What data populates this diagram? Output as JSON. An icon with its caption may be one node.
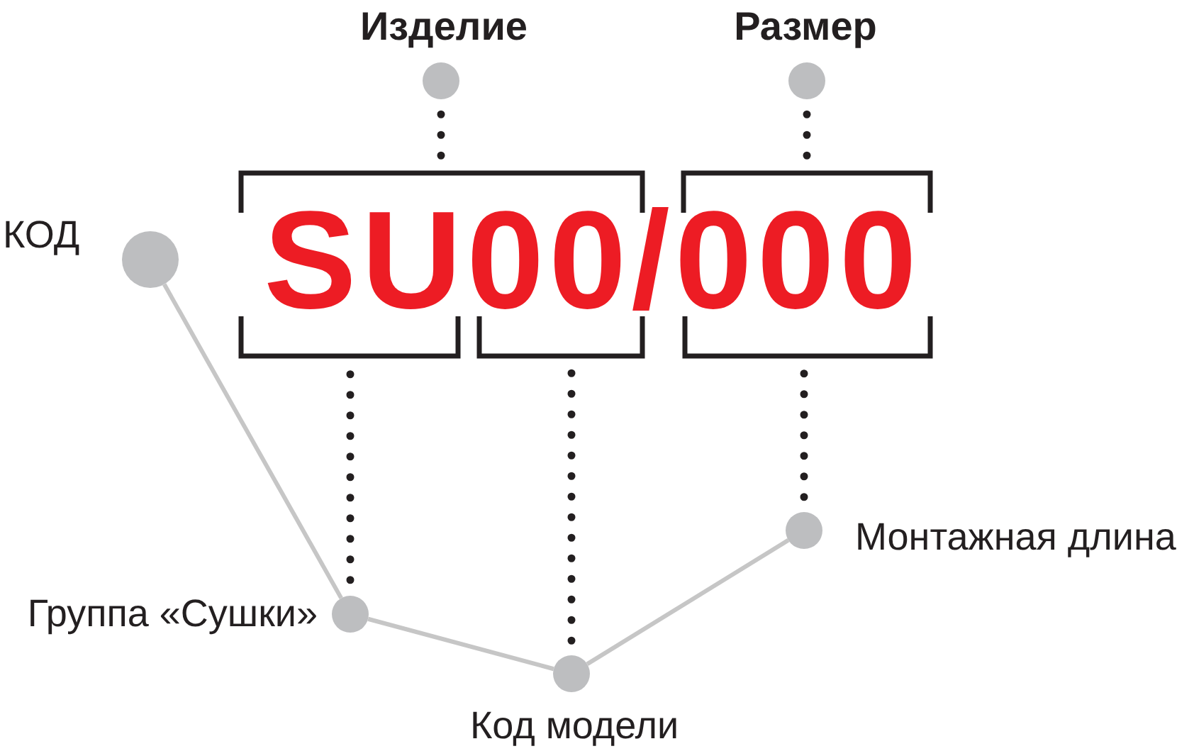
{
  "diagram": {
    "nodes": [
      {
        "text": [],
        "shape": "circle",
        "beside": [
          "Изделие"
        ]
      },
      {
        "text": [],
        "shape": "circle",
        "beside": [
          "Размер"
        ]
      },
      {
        "text": [],
        "shape": "bracket"
      },
      {
        "text": [],
        "shape": "bracket"
      },
      {
        "text": [],
        "shape": "circle",
        "beside": [
          "КОД"
        ]
      },
      {
        "text": [],
        "shape": "bracket"
      },
      {
        "text": [],
        "shape": "bracket"
      },
      {
        "text": [],
        "shape": "bracket"
      },
      {
        "text": [],
        "shape": "circle",
        "beside": [
          "Монтажная длина"
        ]
      },
      {
        "text": [],
        "shape": "circle",
        "beside": [
          "Группа «Сушки»"
        ]
      },
      {
        "text": [],
        "shape": "circle",
        "beside": [
          "Код модели"
        ]
      }
    ],
    "edges": [
      {
        "from": 0,
        "to": 2,
        "arrow": "none",
        "style": "dashed"
      },
      {
        "from": 1,
        "to": 3,
        "arrow": "none",
        "style": "dashed"
      },
      {
        "from": 9,
        "to": 5,
        "arrow": "none",
        "style": "dashed"
      },
      {
        "from": 10,
        "to": 6,
        "arrow": "none",
        "style": "dashed"
      },
      {
        "from": 8,
        "to": 7,
        "arrow": "none",
        "style": "dashed"
      },
      {
        "from": 4,
        "to": 9,
        "arrow": "none",
        "color": "#c6c6c6"
      },
      {
        "from": 9,
        "to": 10,
        "arrow": "none",
        "color": "#c6c6c6"
      },
      {
        "from": 10,
        "to": 8,
        "arrow": "none",
        "color": "#c6c6c6"
      }
    ],
    "labels": [
      "SU00/000"
    ]
  }
}
